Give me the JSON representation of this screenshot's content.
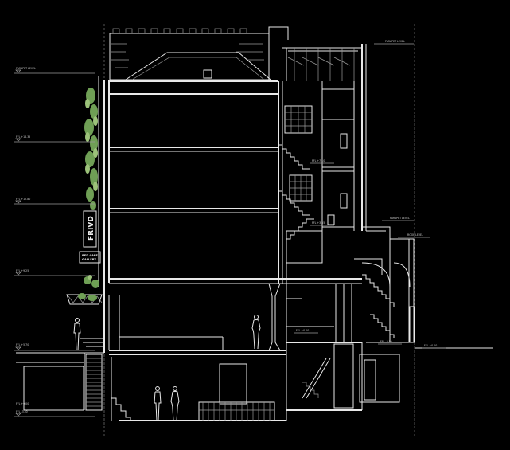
{
  "drawing": {
    "sign_vertical": "FRIVD",
    "sign_plaque_line1": "RED CAFE",
    "sign_plaque_line2": "GALLERY",
    "levels": [
      {
        "id": "level-roof",
        "text": "PARAPET LEVEL"
      },
      {
        "id": "level-4",
        "text": "FFL +16.35"
      },
      {
        "id": "level-3",
        "text": "FFL +12.80"
      },
      {
        "id": "level-2",
        "text": "FFL +9.25"
      },
      {
        "id": "level-1",
        "text": "FFL +5.70"
      },
      {
        "id": "level-ground",
        "text": "FFL +0.00"
      },
      {
        "id": "level-basement",
        "text": "FFL -3.50"
      },
      {
        "id": "level-rear-parapet",
        "text": "PARAPET LEVEL"
      },
      {
        "id": "level-rear-roof",
        "text": "PARAPET LEVEL"
      },
      {
        "id": "level-rear-top",
        "text": "ROOF LEVEL"
      },
      {
        "id": "level-rear-1",
        "text": "FFL +7.10"
      },
      {
        "id": "level-rear-2",
        "text": "FFL +3.55"
      },
      {
        "id": "level-rear-ground",
        "text": "FFL +0.00"
      },
      {
        "id": "level-rear-basement",
        "text": "FFL -3.50"
      },
      {
        "id": "level-rear-external",
        "text": "FFL +0.00"
      }
    ],
    "colors": {
      "background": "#000000",
      "lines": "#e8e8e8",
      "foliage": "#6f9f55"
    }
  }
}
